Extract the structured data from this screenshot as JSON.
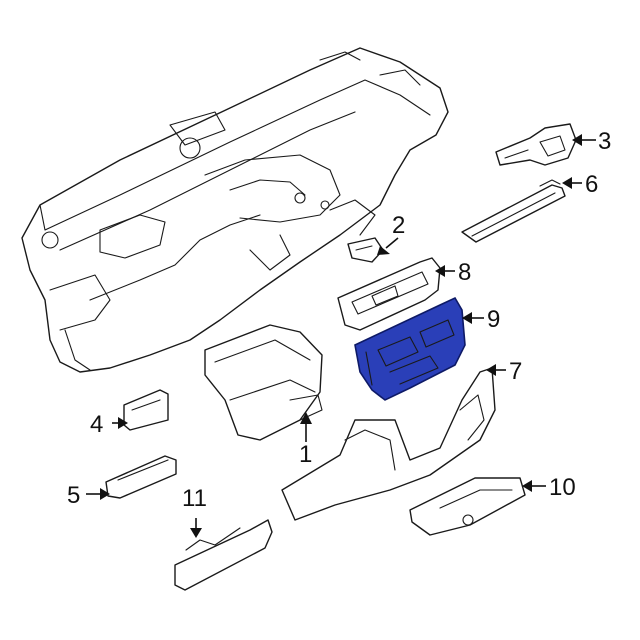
{
  "diagram": {
    "highlight_color": "#2a3fb8",
    "highlighted_part": "9",
    "callouts": {
      "c1": "1",
      "c2": "2",
      "c3": "3",
      "c4": "4",
      "c5": "5",
      "c6": "6",
      "c7": "7",
      "c8": "8",
      "c9": "9",
      "c10": "10",
      "c11": "11"
    }
  }
}
